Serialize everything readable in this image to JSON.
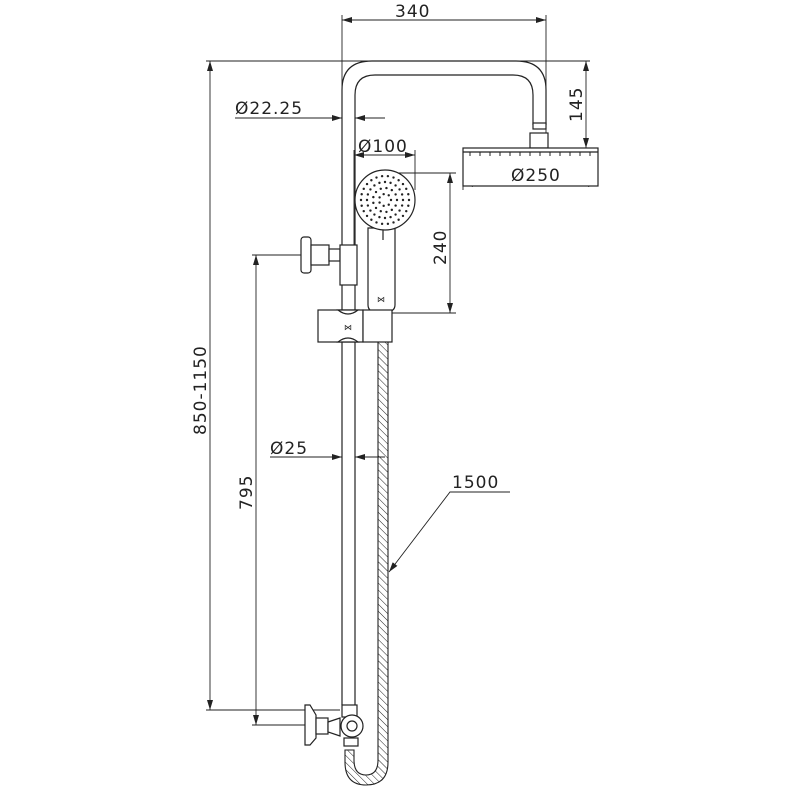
{
  "dimensions": {
    "arm_length": "340",
    "arm_drop": "145",
    "total_height": "850-1150",
    "pipe_diameter_top": "Ø22.25",
    "hand_shower_diameter": "Ø100",
    "head_diameter": "Ø250",
    "hand_shower_length": "240",
    "pipe_diameter_lower": "Ø25",
    "bracket_spacing": "795",
    "hose_length": "1500"
  },
  "colors": {
    "line": "#222222",
    "background": "#ffffff"
  }
}
